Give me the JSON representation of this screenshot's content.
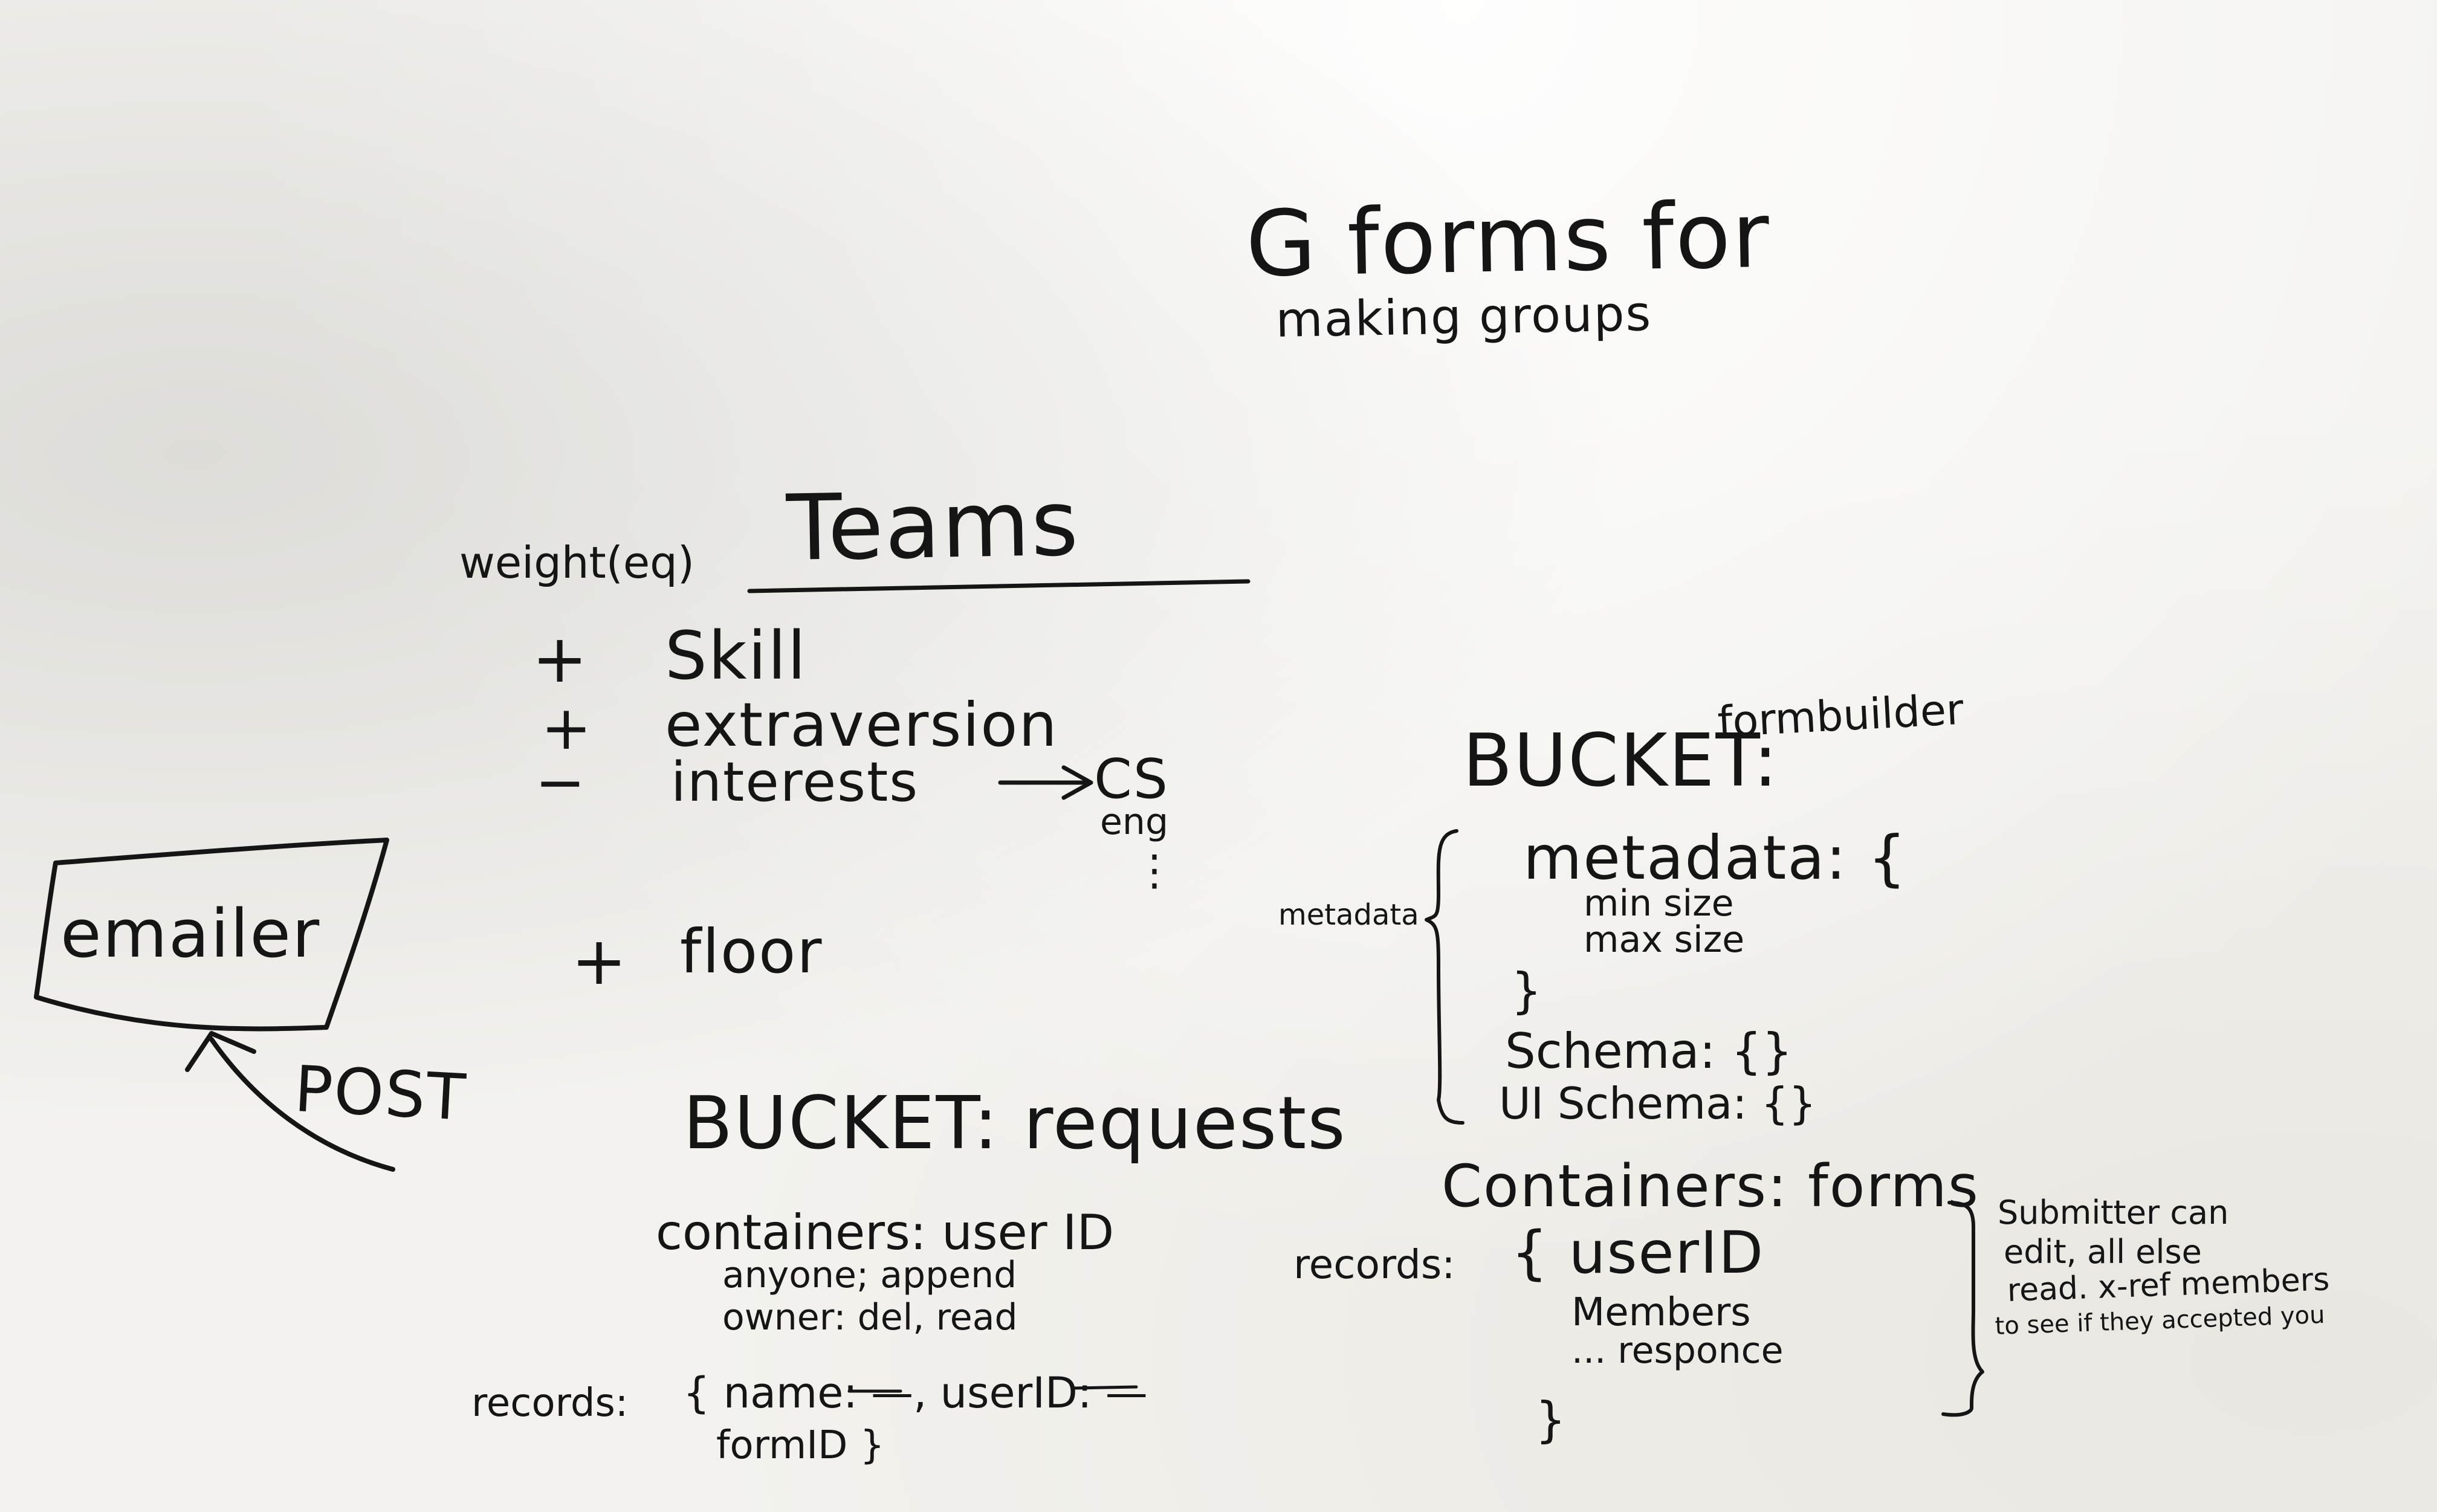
{
  "header": {
    "line1": "G forms for",
    "line2": "making groups"
  },
  "teams": {
    "weight_label": "weight(eq)",
    "title": "Teams",
    "criteria": [
      {
        "sign": "+",
        "label": "Skill"
      },
      {
        "sign": "+",
        "label": "extraversion"
      },
      {
        "sign": "−",
        "label": "interests"
      },
      {
        "sign": "+",
        "label": "floor"
      }
    ],
    "interest_arrow": "→",
    "interest_options": [
      "CS",
      "eng",
      "⋮"
    ]
  },
  "emailer": {
    "label": "emailer",
    "post_label": "POST"
  },
  "requests_bucket": {
    "title": "BUCKET: requests",
    "containers_line": "containers: user ID",
    "perm_anyone": "anyone; append",
    "perm_owner": "owner: del, read",
    "records_label": "records:",
    "records_line1": "{ name: —, userID: —",
    "records_line2": "formID }"
  },
  "formbuilder_bucket": {
    "title_prefix": "BUCKET:",
    "title_name": "formbuilder",
    "metadata_side_label": "metadata",
    "metadata_open": "metadata: {",
    "min_size": "min size",
    "max_size": "max size",
    "metadata_close": "}",
    "schema": "Schema: {}",
    "ui_schema": "UI Schema: {}",
    "containers_line": "Containers: forms",
    "records_label": "records:",
    "records_open": "{ userID",
    "members": "Members",
    "response": "... responce",
    "records_close": "}",
    "note_lines": [
      "Submitter can",
      "edit, all else",
      "read. x-ref members",
      "to see if they accepted you"
    ]
  }
}
